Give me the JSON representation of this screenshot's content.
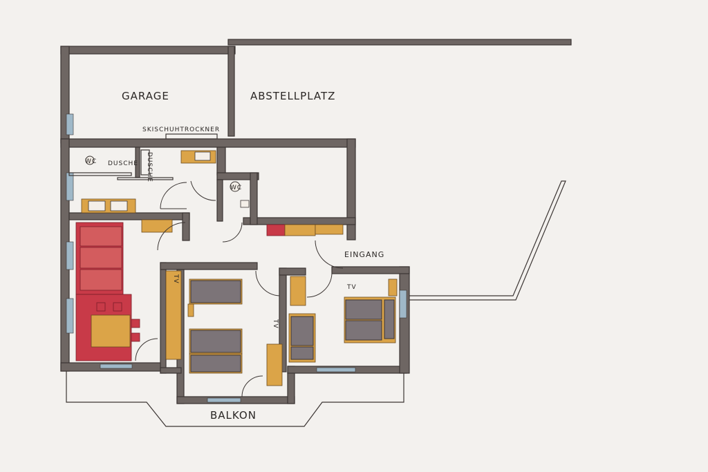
{
  "labels": {
    "garage": "GARAGE",
    "abstellplatz": "ABSTELLPLATZ",
    "skischuhtrockner": "SKISCHUHTROCKNER",
    "wc1": "WC",
    "dusche1": "DUSCHE",
    "dusche2": "DUSCHE",
    "wc2": "WC",
    "eingang": "EINGANG",
    "tv1": "TV",
    "tv2": "TV",
    "tv3": "TV",
    "balkon": "BALKON"
  },
  "colors": {
    "wall": "#6e6663",
    "wood": "#dba448",
    "sofa": "#c83a48",
    "bed": "#7c7478",
    "paper": "#f3f1ee"
  }
}
